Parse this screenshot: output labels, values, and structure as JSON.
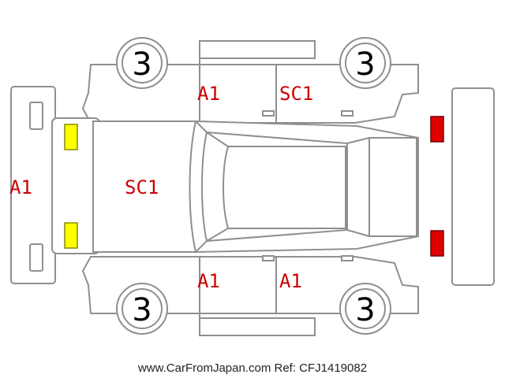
{
  "colors": {
    "outline": "#8f8f8f",
    "damage_code": "#cc0000",
    "front_lamp": "#ffff00",
    "rear_lamp": "#e00000"
  },
  "damage_codes": {
    "front_bumper": "A1",
    "hood": "SC1",
    "front_door_top": "A1",
    "rear_door_top": "SC1",
    "front_door_bottom": "A1",
    "rear_door_bottom": "A1"
  },
  "wheels": {
    "top_front": "3",
    "top_rear": "3",
    "bottom_front": "3",
    "bottom_rear": "3"
  },
  "footer": {
    "credit": "www.CarFromJapan.com Ref: CFJ1419082"
  }
}
